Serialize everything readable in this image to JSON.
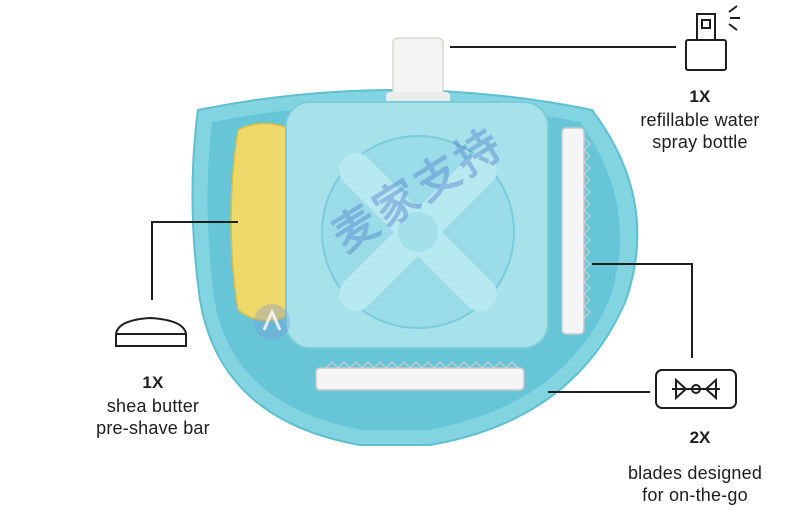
{
  "callouts": {
    "bottle": {
      "qty": "1X",
      "line1": "refillable water",
      "line2": "spray bottle"
    },
    "bar": {
      "qty": "1X",
      "line1": "shea butter",
      "line2": "pre-shave bar"
    },
    "blades": {
      "qty": "2X",
      "line1": "blades designed",
      "line2": "for on-the-go"
    }
  },
  "watermark": {
    "text": "麦家支持"
  },
  "colors": {
    "case": "#7fd3e0",
    "case_dark": "#4fb7c9",
    "lid": "#a9e3ec",
    "bar": "#f1dd6a",
    "line": "#1e1e1e"
  }
}
